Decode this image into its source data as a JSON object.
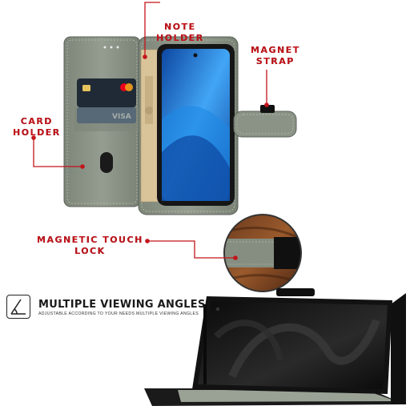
{
  "callouts": {
    "note_holder": [
      "NOTE",
      "HOLDER"
    ],
    "magnet_strap": [
      "MAGNET",
      "STRAP"
    ],
    "card_holder": [
      "CARD",
      "HOLDER"
    ],
    "magnetic_touch_lock": [
      "MAGNETIC TOUCH",
      "LOCK"
    ]
  },
  "feature": {
    "title": "MULTIPLE VIEWING ANGLES",
    "subtitle": "ADJUSTABLE ACCORDING TO YOUR NEEDS MULTIPLE VIEWING ANGLES"
  },
  "colors": {
    "accent": "#c3141b",
    "case_grey": "#8e978a",
    "case_dark": "#6f776c",
    "phone_black": "#151515",
    "screen_blue": "#1565c0"
  },
  "icons": [
    "angle-icon",
    "magnet-dot-icon"
  ]
}
